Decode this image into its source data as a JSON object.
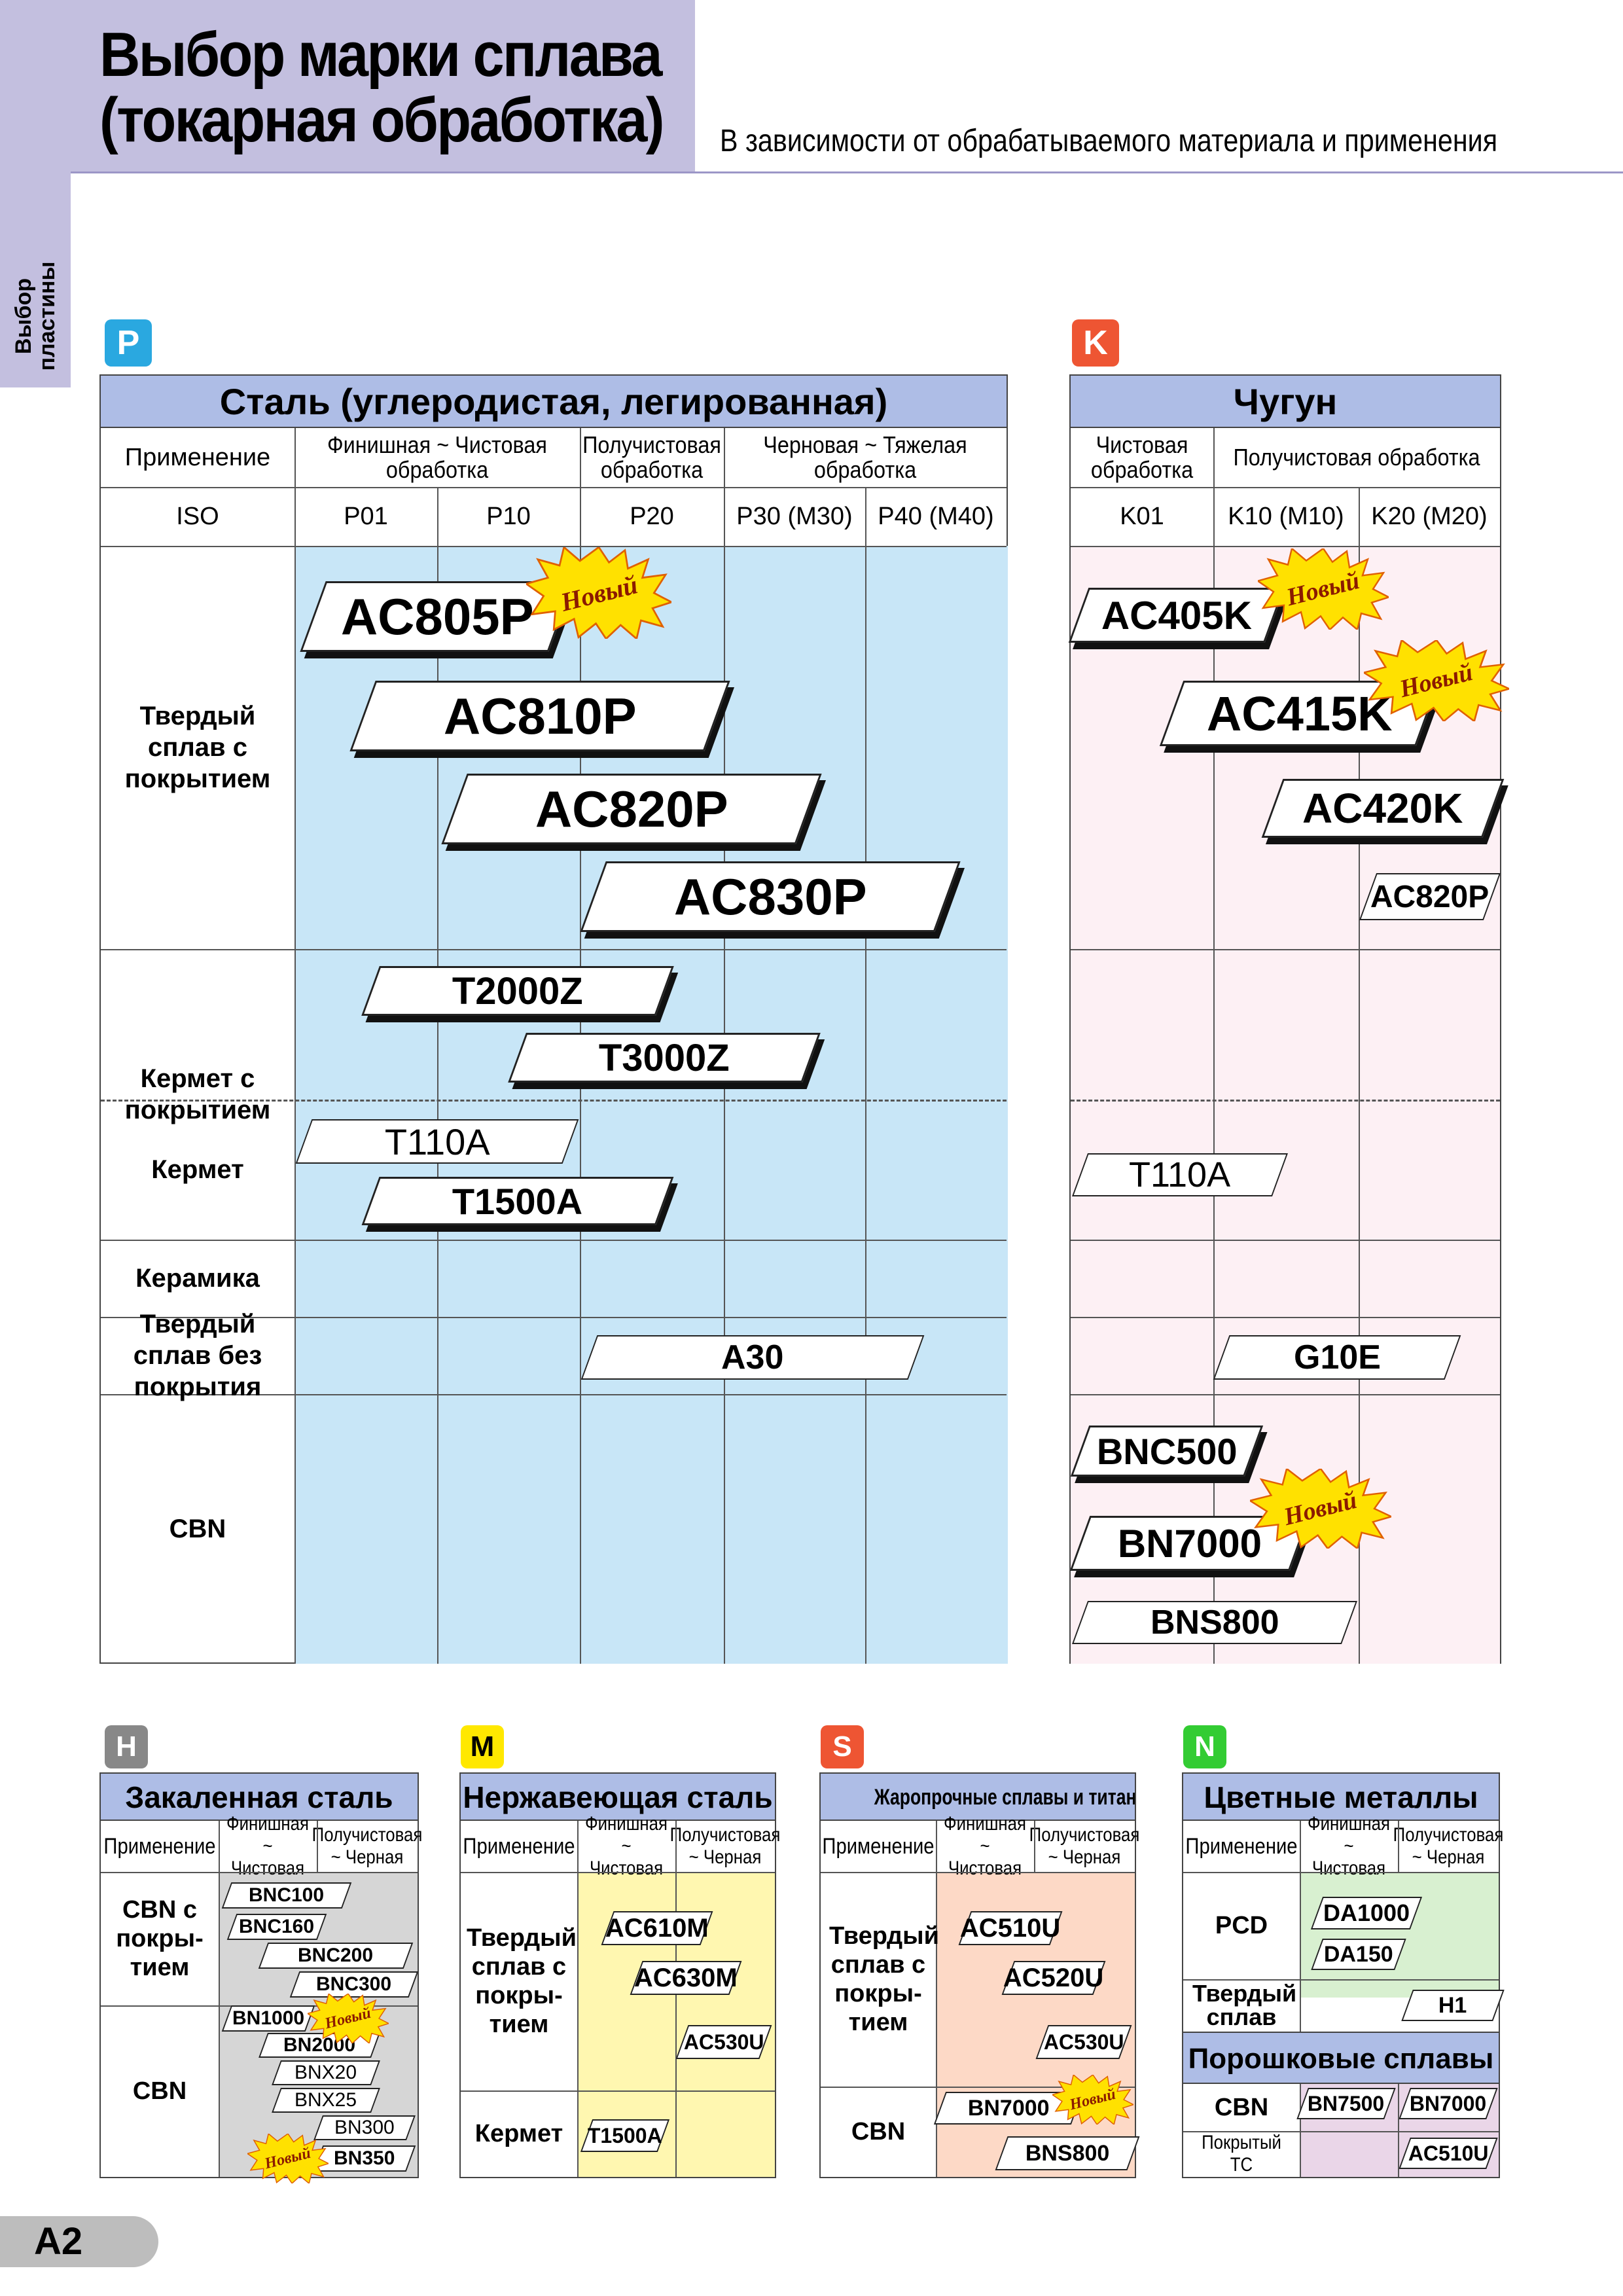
{
  "header": {
    "title_line1": "Выбор марки сплава",
    "title_line2": "(токарная обработка)",
    "subtitle": "В зависимости от обрабатываемого материала и применения",
    "side_tab_line1": "Выбор",
    "side_tab_line2": "пластины"
  },
  "colors": {
    "header_band": "#c3bfdf",
    "table_title": "#aebde6",
    "steel_fill": "#c8e6f7",
    "iron_fill": "#fdf0f4",
    "badge_P": "#2aa8e0",
    "badge_K": "#ee5533",
    "badge_H": "#888888",
    "badge_M": "#ffe800",
    "badge_S": "#ee5533",
    "badge_N": "#33cc33",
    "burst_fill": "#ffe100",
    "burst_text": "#8b1a00"
  },
  "badges": {
    "P": "P",
    "K": "K",
    "H": "H",
    "M": "M",
    "S": "S",
    "N": "N"
  },
  "steel": {
    "title": "Сталь (углеродистая, легированная)",
    "row_app": "Применение",
    "row_iso": "ISO",
    "apps": [
      "Финишная ~ Чистовая обработка",
      "Получистовая обработка",
      "Черновая ~ Тяжелая обработка"
    ],
    "iso": [
      "P01",
      "P10",
      "P20",
      "P30 (M30)",
      "P40 (M40)"
    ],
    "rows": [
      "Твердый сплав с покрытием",
      "Кермет с покрытием",
      "Кермет",
      "Керамика",
      "Твердый сплав без покрытия",
      "CBN"
    ],
    "grades": {
      "ac805p": "AC805P",
      "ac810p": "AC810P",
      "ac820p": "AC820P",
      "ac830p": "AC830P",
      "t2000z": "T2000Z",
      "t3000z": "T3000Z",
      "t110a": "T110A",
      "t1500a": "T1500A",
      "a30": "A30"
    }
  },
  "iron": {
    "title": "Чугун",
    "apps": [
      "Чистовая обработка",
      "Получистовая обработка"
    ],
    "iso": [
      "K01",
      "K10 (M10)",
      "K20 (M20)"
    ],
    "grades": {
      "ac405k": "AC405K",
      "ac415k": "AC415K",
      "ac420k": "AC420K",
      "ac820p": "AC820P",
      "t110a": "T110A",
      "g10e": "G10E",
      "bnc500": "BNC500",
      "bn7000": "BN7000",
      "bns800": "BNS800"
    }
  },
  "new_label": "Новый",
  "small_header": {
    "app": "Применение",
    "finish": "Финишная ~ Чистовая",
    "semi": "Получистовая ~ Черная"
  },
  "hardened": {
    "title": "Закаленная сталь",
    "row1": "CBN с покры- тием",
    "row2": "CBN",
    "grades": [
      "BNC100",
      "BNC160",
      "BNC200",
      "BNC300",
      "BN1000",
      "BN2000",
      "BNX20",
      "BNX25",
      "BN300",
      "BN350"
    ]
  },
  "stainless": {
    "title": "Нержавеющая сталь",
    "row1": "Твердый сплав с покры- тием",
    "row2": "Кермет",
    "grades": [
      "AC610M",
      "AC630M",
      "AC530U",
      "T1500A"
    ]
  },
  "heatres": {
    "title": "Жаропрочные сплавы и титановые сплавы",
    "row1": "Твердый сплав с покры- тием",
    "row2": "CBN",
    "grades": [
      "AC510U",
      "AC520U",
      "AC530U",
      "BN7000",
      "BNS800"
    ]
  },
  "nonferrous": {
    "title": "Цветные металлы",
    "row1": "PCD",
    "row2": "Твердый сплав",
    "subtitle": "Порошковые сплавы",
    "row3": "CBN",
    "row4": "Покрытый TC",
    "grades": [
      "DA1000",
      "DA150",
      "H1",
      "BN7500",
      "BN7000",
      "AC510U"
    ]
  },
  "page_number": "A2"
}
